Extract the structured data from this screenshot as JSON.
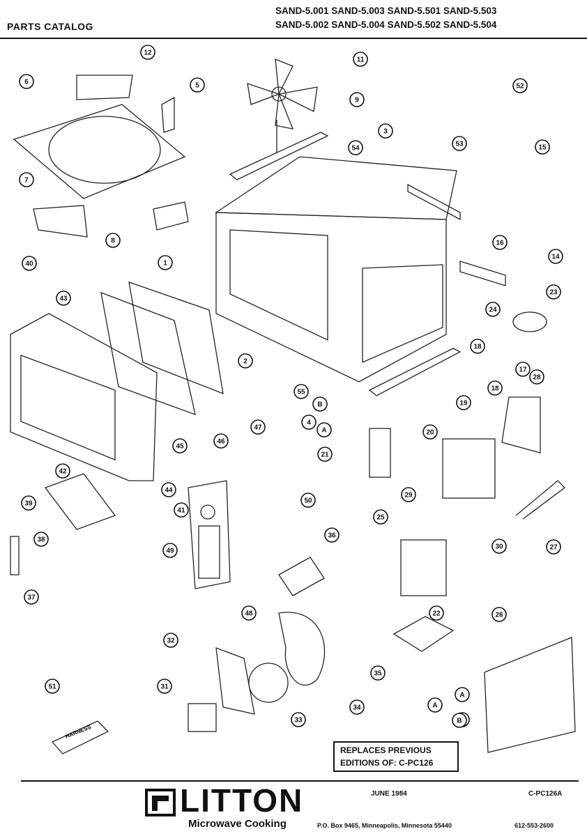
{
  "header": {
    "catalog_title": "PARTS CATALOG",
    "models_line1": "SAND-5.001 SAND-5.003 SAND-5.501 SAND-5.503",
    "models_line2": "SAND-5.002 SAND-5.004 SAND-5.502 SAND-5.504"
  },
  "callouts": [
    "1",
    "2",
    "3",
    "4",
    "5",
    "6",
    "7",
    "8",
    "9",
    "11",
    "12",
    "14",
    "15",
    "16",
    "17",
    "18",
    "19",
    "20",
    "21",
    "22",
    "23",
    "24",
    "25",
    "26",
    "27",
    "28",
    "29",
    "30",
    "31",
    "32",
    "33",
    "34",
    "35",
    "36",
    "37",
    "38",
    "39",
    "40",
    "41",
    "42",
    "43",
    "44",
    "45",
    "46",
    "47",
    "48",
    "49",
    "50",
    "51",
    "52",
    "53",
    "54",
    "55",
    "A",
    "B",
    "A",
    "B",
    "A",
    "B",
    "18"
  ],
  "harness_label": "HARNESS",
  "replaces_box": {
    "line1": "REPLACES PREVIOUS",
    "line2": "EDITIONS OF:  C-PC126"
  },
  "footer": {
    "brand": "LITTON",
    "subtitle": "Microwave Cooking",
    "date": "JUNE 1984",
    "code": "C-PC126A",
    "address": "P.O. Box 9465, Minneapolis, Minnesota 55440",
    "phone": "612-553-2600"
  }
}
